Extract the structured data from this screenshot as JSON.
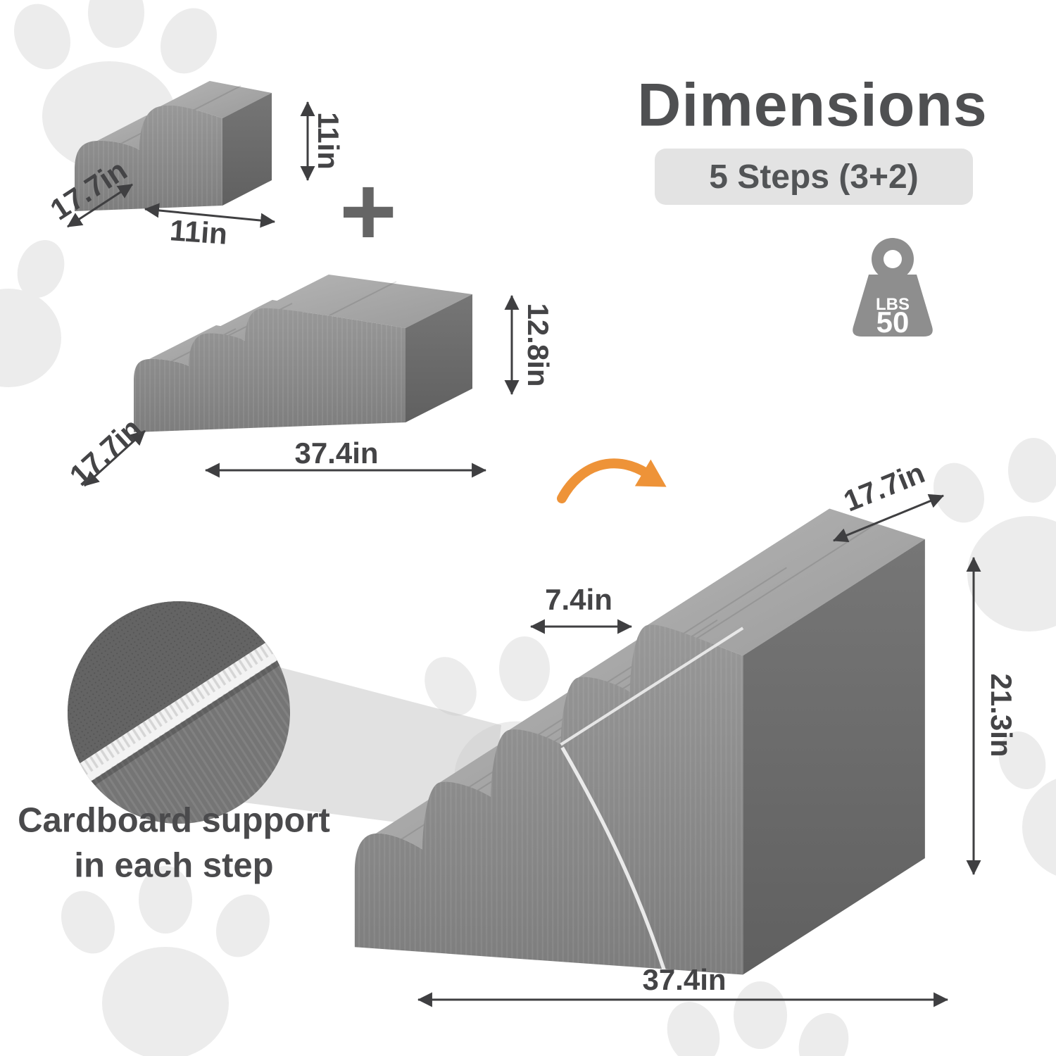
{
  "title": "Dimensions",
  "badge_label": "5 Steps (3+2)",
  "weight": {
    "unit": "LBS",
    "value": "50"
  },
  "plus_sign": "+",
  "callout": {
    "line1": "Cardboard support",
    "line2": "in each step"
  },
  "units": {
    "two_step": {
      "height": "11in",
      "depth": "17.7in",
      "width": "11in"
    },
    "three_step": {
      "height": "12.8in",
      "depth": "17.7in",
      "length": "37.4in"
    },
    "assembled": {
      "depth": "17.7in",
      "step_depth": "7.4in",
      "height": "21.3in",
      "length": "37.4in"
    }
  },
  "colors": {
    "accent_orange": "#ee9338",
    "foam_gray": "#8b8b8b",
    "badge_gray": "#e3e3e3",
    "text_gray": "#4c4c4e",
    "paw_gray": "#ececec"
  }
}
